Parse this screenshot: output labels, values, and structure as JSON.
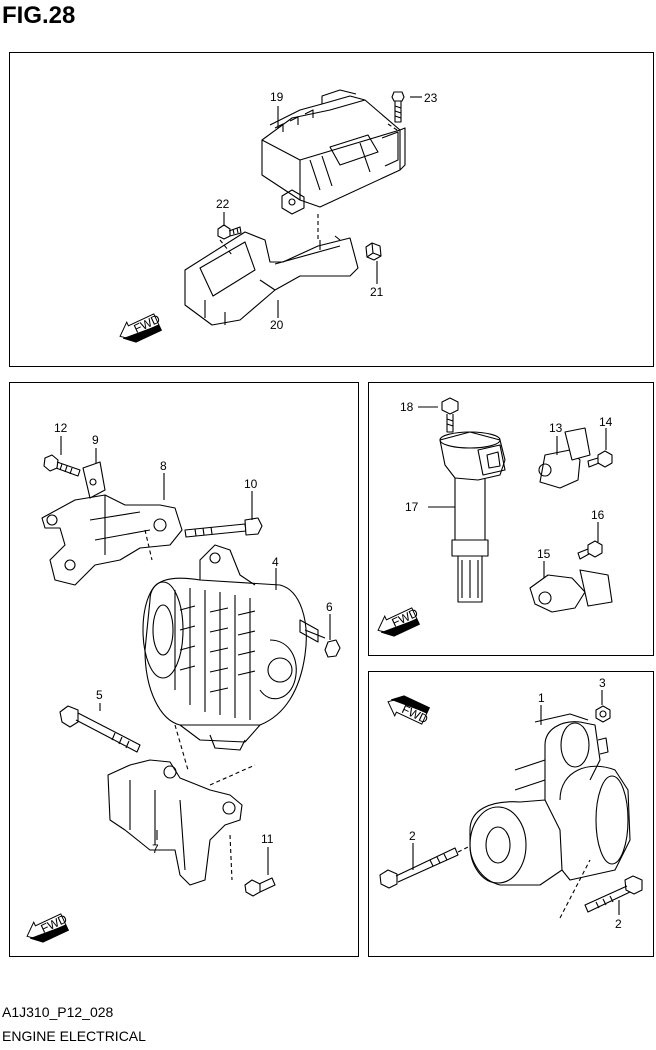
{
  "figure": {
    "title": "FIG.28"
  },
  "labels": {
    "p1": "1",
    "p2a": "2",
    "p2b": "2",
    "p3": "3",
    "p4": "4",
    "p5": "5",
    "p6": "6",
    "p7": "7",
    "p8": "8",
    "p9": "9",
    "p10": "10",
    "p11": "11",
    "p12": "12",
    "p13": "13",
    "p14": "14",
    "p15": "15",
    "p16": "16",
    "p17": "17",
    "p18": "18",
    "p19": "19",
    "p20": "20",
    "p21": "21",
    "p22": "22",
    "p23": "23"
  },
  "fwd": {
    "text": "FWD"
  },
  "footer": {
    "code": "A1J310_P12_028",
    "name": "ENGINE ELECTRICAL"
  }
}
